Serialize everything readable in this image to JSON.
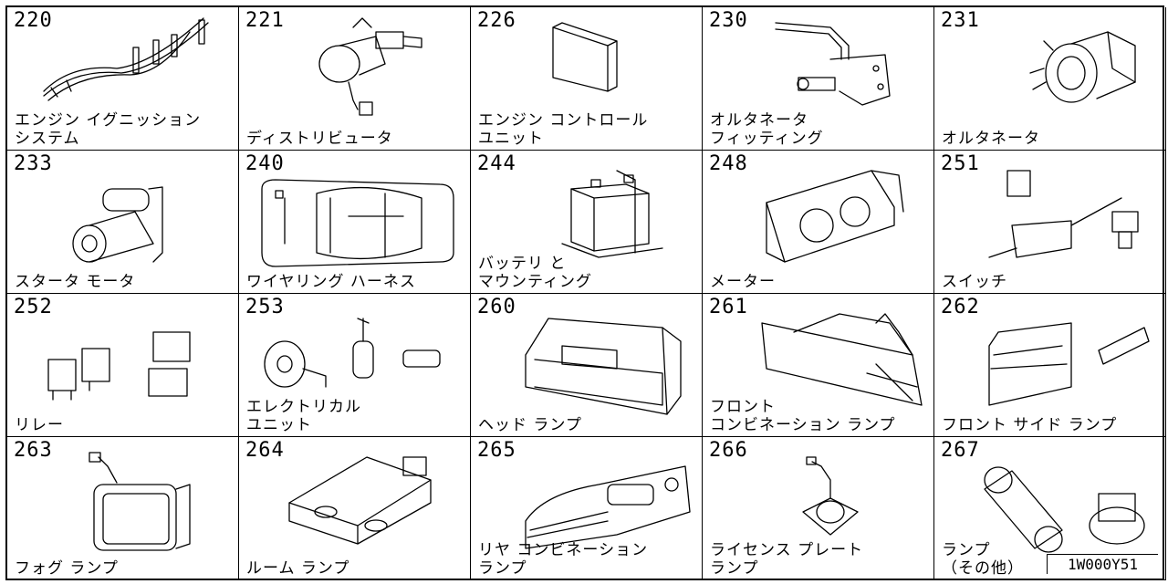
{
  "cells": [
    {
      "number": "220",
      "label": "エンジン イグニッション\nシステム"
    },
    {
      "number": "221",
      "label": "ディストリビュータ"
    },
    {
      "number": "226",
      "label": "エンジン コントロール\nユニット"
    },
    {
      "number": "230",
      "label": "オルタネータ\nフィッティング"
    },
    {
      "number": "231",
      "label": "オルタネータ"
    },
    {
      "number": "233",
      "label": "スタータ モータ"
    },
    {
      "number": "240",
      "label": "ワイヤリング ハーネス"
    },
    {
      "number": "244",
      "label": "バッテリ と\nマウンティング"
    },
    {
      "number": "248",
      "label": "メーター"
    },
    {
      "number": "251",
      "label": "スイッチ"
    },
    {
      "number": "252",
      "label": "リレー"
    },
    {
      "number": "253",
      "label": "エレクトリカル\nユニット"
    },
    {
      "number": "260",
      "label": "ヘッド ランプ"
    },
    {
      "number": "261",
      "label": "フロント\nコンビネーション ランプ"
    },
    {
      "number": "262",
      "label": "フロント サイド ランプ"
    },
    {
      "number": "263",
      "label": "フォグ ランプ"
    },
    {
      "number": "264",
      "label": "ルーム ランプ"
    },
    {
      "number": "265",
      "label": "リヤ コンビネーション\nランプ"
    },
    {
      "number": "266",
      "label": "ライセンス プレート\nランプ"
    },
    {
      "number": "267",
      "label": "ランプ\n（その他）"
    }
  ],
  "figure_code": "1W000Y51"
}
